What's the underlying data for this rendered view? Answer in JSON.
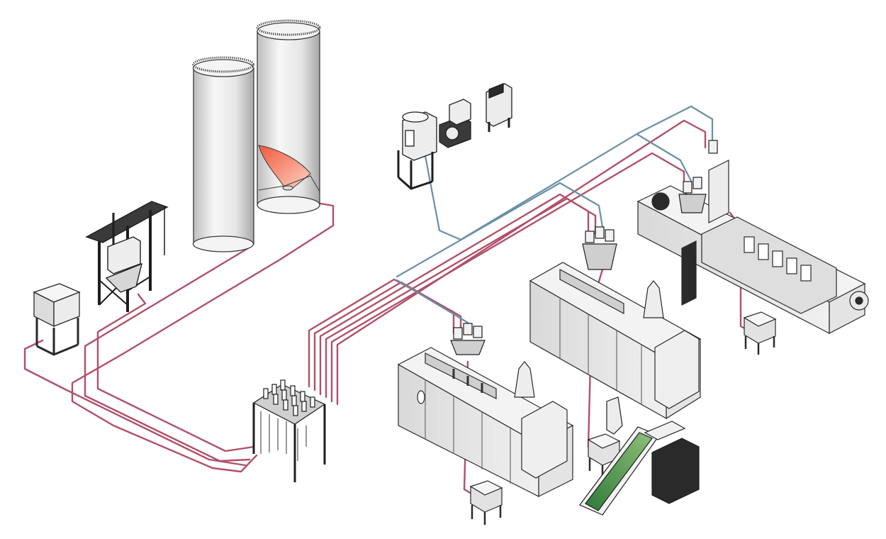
{
  "colors": {
    "material_line": "#b0506a",
    "vacuum_line": "#6a8fa6",
    "machine_fill": "#e9e9e9",
    "machine_stroke": "#3a3a3a",
    "dark_part": "#2a2a2a",
    "silo_material": "#e8502c",
    "conveyor_belt": "#2f7a3a",
    "background": "#ffffff"
  },
  "components": [
    {
      "id": "silo-left",
      "icon": "storage-silo-icon"
    },
    {
      "id": "silo-right",
      "icon": "storage-silo-icon"
    },
    {
      "id": "bulk-bag-unloader",
      "icon": "bulk-bag-unloader-icon"
    },
    {
      "id": "material-bin",
      "icon": "material-bin-icon"
    },
    {
      "id": "selection-manifold",
      "icon": "manifold-station-icon"
    },
    {
      "id": "dust-collector",
      "icon": "dust-collector-icon"
    },
    {
      "id": "vacuum-pump",
      "icon": "vacuum-pump-icon"
    },
    {
      "id": "control-panel",
      "icon": "control-panel-icon"
    },
    {
      "id": "injection-machine-front",
      "icon": "injection-molding-machine-icon"
    },
    {
      "id": "injection-machine-middle",
      "icon": "injection-molding-machine-icon"
    },
    {
      "id": "injection-machine-large",
      "icon": "injection-molding-machine-icon"
    },
    {
      "id": "hopper-loader-cluster",
      "icon": "hopper-loader-icon"
    },
    {
      "id": "granulator-conveyor",
      "icon": "conveyor-granulator-icon"
    },
    {
      "id": "regrind-bin",
      "icon": "regrind-bin-icon"
    }
  ]
}
